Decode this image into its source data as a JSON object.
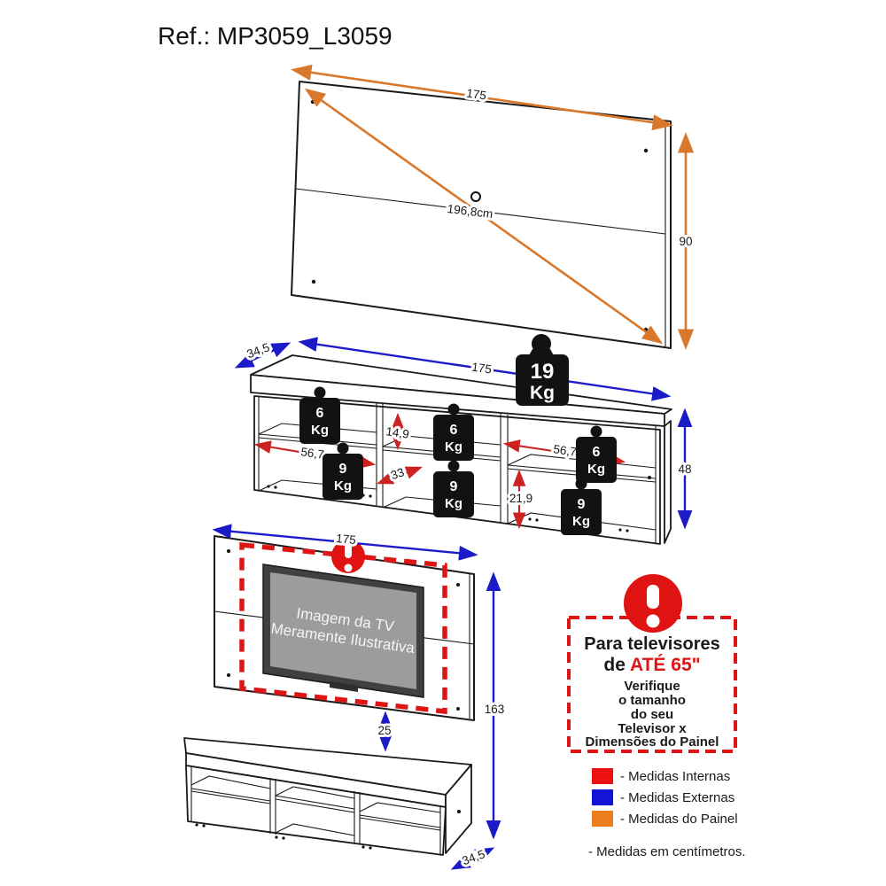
{
  "title": "Ref.: MP3059_L3059",
  "panel": {
    "width": "175",
    "diagonal": "196,8cm",
    "height": "90"
  },
  "stand": {
    "depth": "34,5",
    "width": "175",
    "height": "48",
    "shelf_width_left": "56,7",
    "shelf_height_top": "14,9",
    "shelf_depth": "33",
    "shelf_width_right": "56,7",
    "shelf_height_bottom": "21,9",
    "max_weight_top": {
      "value": "19",
      "unit": "Kg"
    },
    "max_weight_shelf": {
      "value": "6",
      "unit": "Kg"
    },
    "max_weight_base": {
      "value": "9",
      "unit": "Kg"
    }
  },
  "assembly": {
    "width": "175",
    "height": "163",
    "panel_to_stand_gap": "25",
    "depth": "34,5",
    "tv_note_line1": "Imagem da TV",
    "tv_note_line2": "Meramente Ilustrativa"
  },
  "warning": {
    "title_line1": "Para televisores",
    "title_line2_prefix": "de ",
    "title_line2_highlight": "ATÉ 65\"",
    "body_line1": "Verifique",
    "body_line2": "o tamanho",
    "body_line3": "do seu",
    "body_line4": "Televisor x",
    "body_line5": "Dimensões do Painel"
  },
  "legend": {
    "items": [
      {
        "color": "#ee1111",
        "label": "- Medidas Internas"
      },
      {
        "color": "#1414d6",
        "label": "- Medidas Externas"
      },
      {
        "color": "#ed7d1f",
        "label": "- Medidas do Painel"
      }
    ],
    "note": "- Medidas em centímetros."
  }
}
